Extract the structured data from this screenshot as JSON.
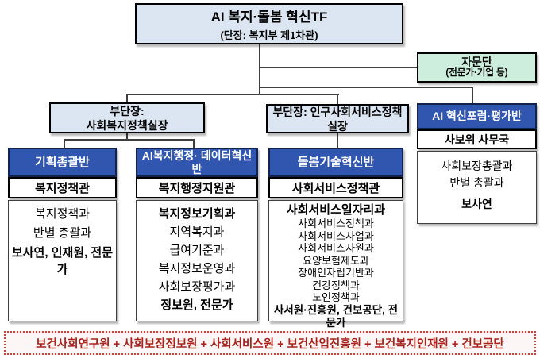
{
  "root": {
    "title": "AI 복지·돌봄 혁신TF",
    "subtitle": "(단장: 복지부 제1차관)"
  },
  "advisory": {
    "title": "자문단",
    "subtitle": "(전문가·기업 등)"
  },
  "deputies": [
    {
      "label": "부단장:\n사회복지정책실장"
    },
    {
      "label": "부단장: 인구사회서비스정책실장"
    }
  ],
  "columns": [
    {
      "header": "기획총괄반",
      "officer": "복지정책관",
      "members": [
        "복지정책과",
        "반별 총괄과",
        "보사연, 인재원, 전문가"
      ]
    },
    {
      "header": "AI복지행정· 데이터혁신반",
      "officer": "복지행정지원관",
      "members": [
        "복지정보기획과",
        "지역복지과",
        "급여기준과",
        "복지정보운영과",
        "사회보장평가과",
        "정보원, 전문가"
      ]
    },
    {
      "header": "돌봄기술혁신반",
      "officer": "사회서비스정책관",
      "members": [
        "사회서비스일자리과",
        "사회서비스정책과",
        "사회서비스사업과",
        "사회서비스자원과",
        "요양보험제도과",
        "장애인자립기반과",
        "건강정책과",
        "노인정책과",
        "사서원·진흥원, 건보공단, 전문가"
      ]
    }
  ],
  "ai_forum": {
    "header": "AI 혁신포럼·평가반",
    "officer": "사보위 사무국",
    "members": [
      "사회보장총괄과",
      "반별 총괄과",
      "보사연"
    ]
  },
  "footer": {
    "label": "보건사회연구원 + 사회보장정보원 + 사회서비스원 + 보건산업진흥원 + 보건복지인재원 + 건보공단"
  },
  "colors": {
    "header_blue": "#3056b0",
    "light_blue": "#dce6f2",
    "mint_green": "#cdeedd",
    "footer_red": "#a8231d",
    "line_gray": "#3f3f3f"
  }
}
